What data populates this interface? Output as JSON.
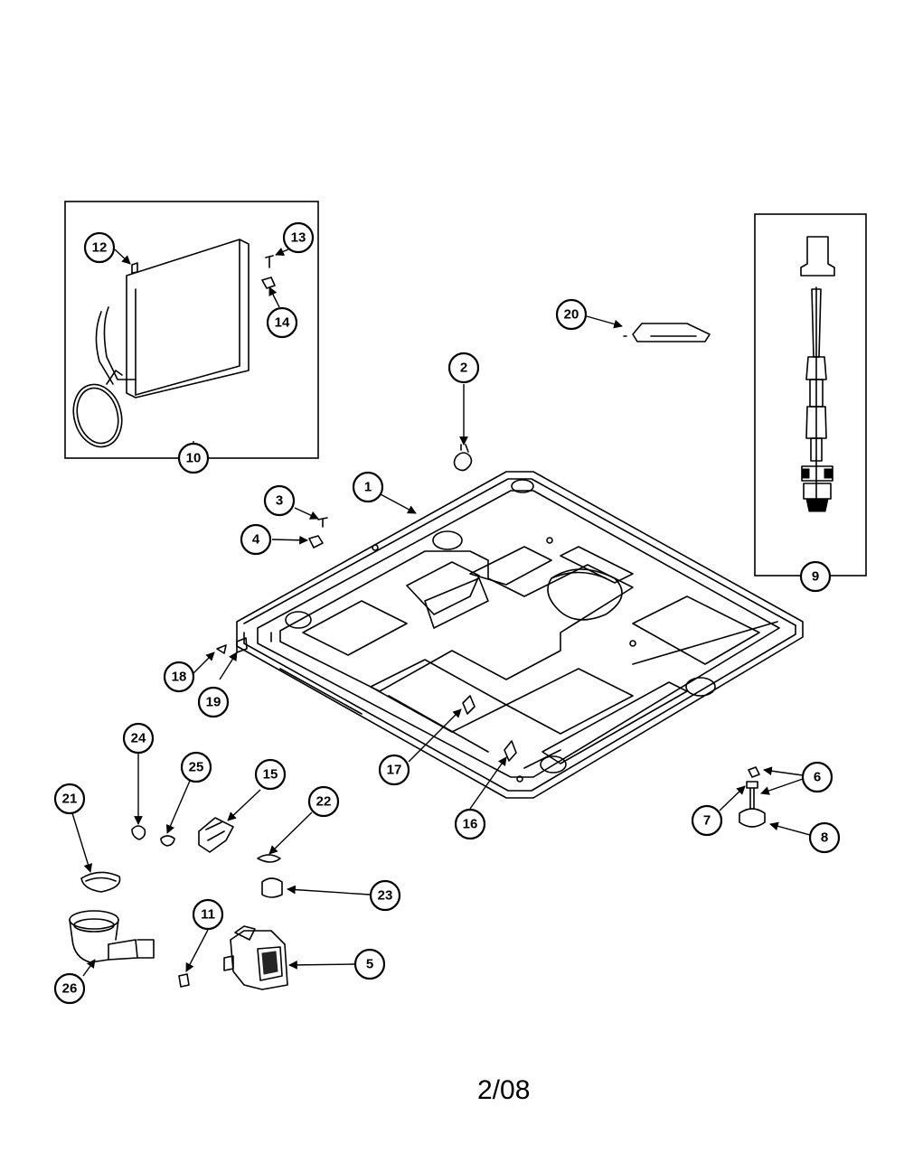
{
  "page": {
    "page_number": "2/08"
  },
  "callouts": {
    "c1": "1",
    "c2": "2",
    "c3": "3",
    "c4": "4",
    "c5": "5",
    "c6": "6",
    "c7": "7",
    "c8": "8",
    "c9": "9",
    "c10": "10",
    "c11": "11",
    "c12": "12",
    "c13": "13",
    "c14": "14",
    "c15": "15",
    "c16": "16",
    "c17": "17",
    "c18": "18",
    "c19": "19",
    "c20": "20",
    "c21": "21",
    "c22": "22",
    "c23": "23",
    "c24": "24",
    "c25": "25",
    "c26": "26"
  }
}
